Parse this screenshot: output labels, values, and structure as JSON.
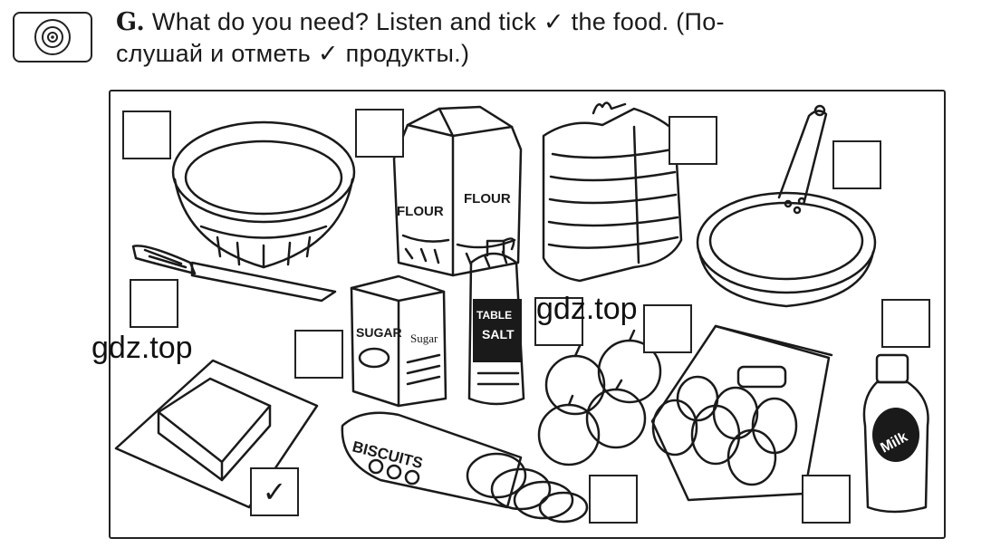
{
  "exercise": {
    "letter": "G.",
    "line1": "What do you need? Listen and tick",
    "line1_end": "the food. (По-",
    "line2": "слушай и отметь",
    "line2_end": "продукты.)",
    "tick_symbol": "✓"
  },
  "illustration": {
    "labels": {
      "flour": "FLOUR",
      "sugar": "SUGAR",
      "sugar_small": "Sugar",
      "salt_top": "TABLE",
      "salt": "SALT",
      "biscuits": "BISCUITS",
      "milk": "Milk"
    },
    "checkboxes": [
      {
        "item": "bowl",
        "checked": false
      },
      {
        "item": "flour",
        "checked": false
      },
      {
        "item": "bread",
        "checked": false
      },
      {
        "item": "frying-pan",
        "checked": false
      },
      {
        "item": "knife",
        "checked": false
      },
      {
        "item": "sugar",
        "checked": false
      },
      {
        "item": "salt",
        "checked": false
      },
      {
        "item": "apples",
        "checked": false
      },
      {
        "item": "milk",
        "checked": false
      },
      {
        "item": "butter",
        "checked": true,
        "mark": "✓"
      },
      {
        "item": "biscuits",
        "checked": false
      },
      {
        "item": "eggs",
        "checked": false
      }
    ]
  },
  "watermarks": [
    "gdz.top",
    "gdz.top"
  ]
}
